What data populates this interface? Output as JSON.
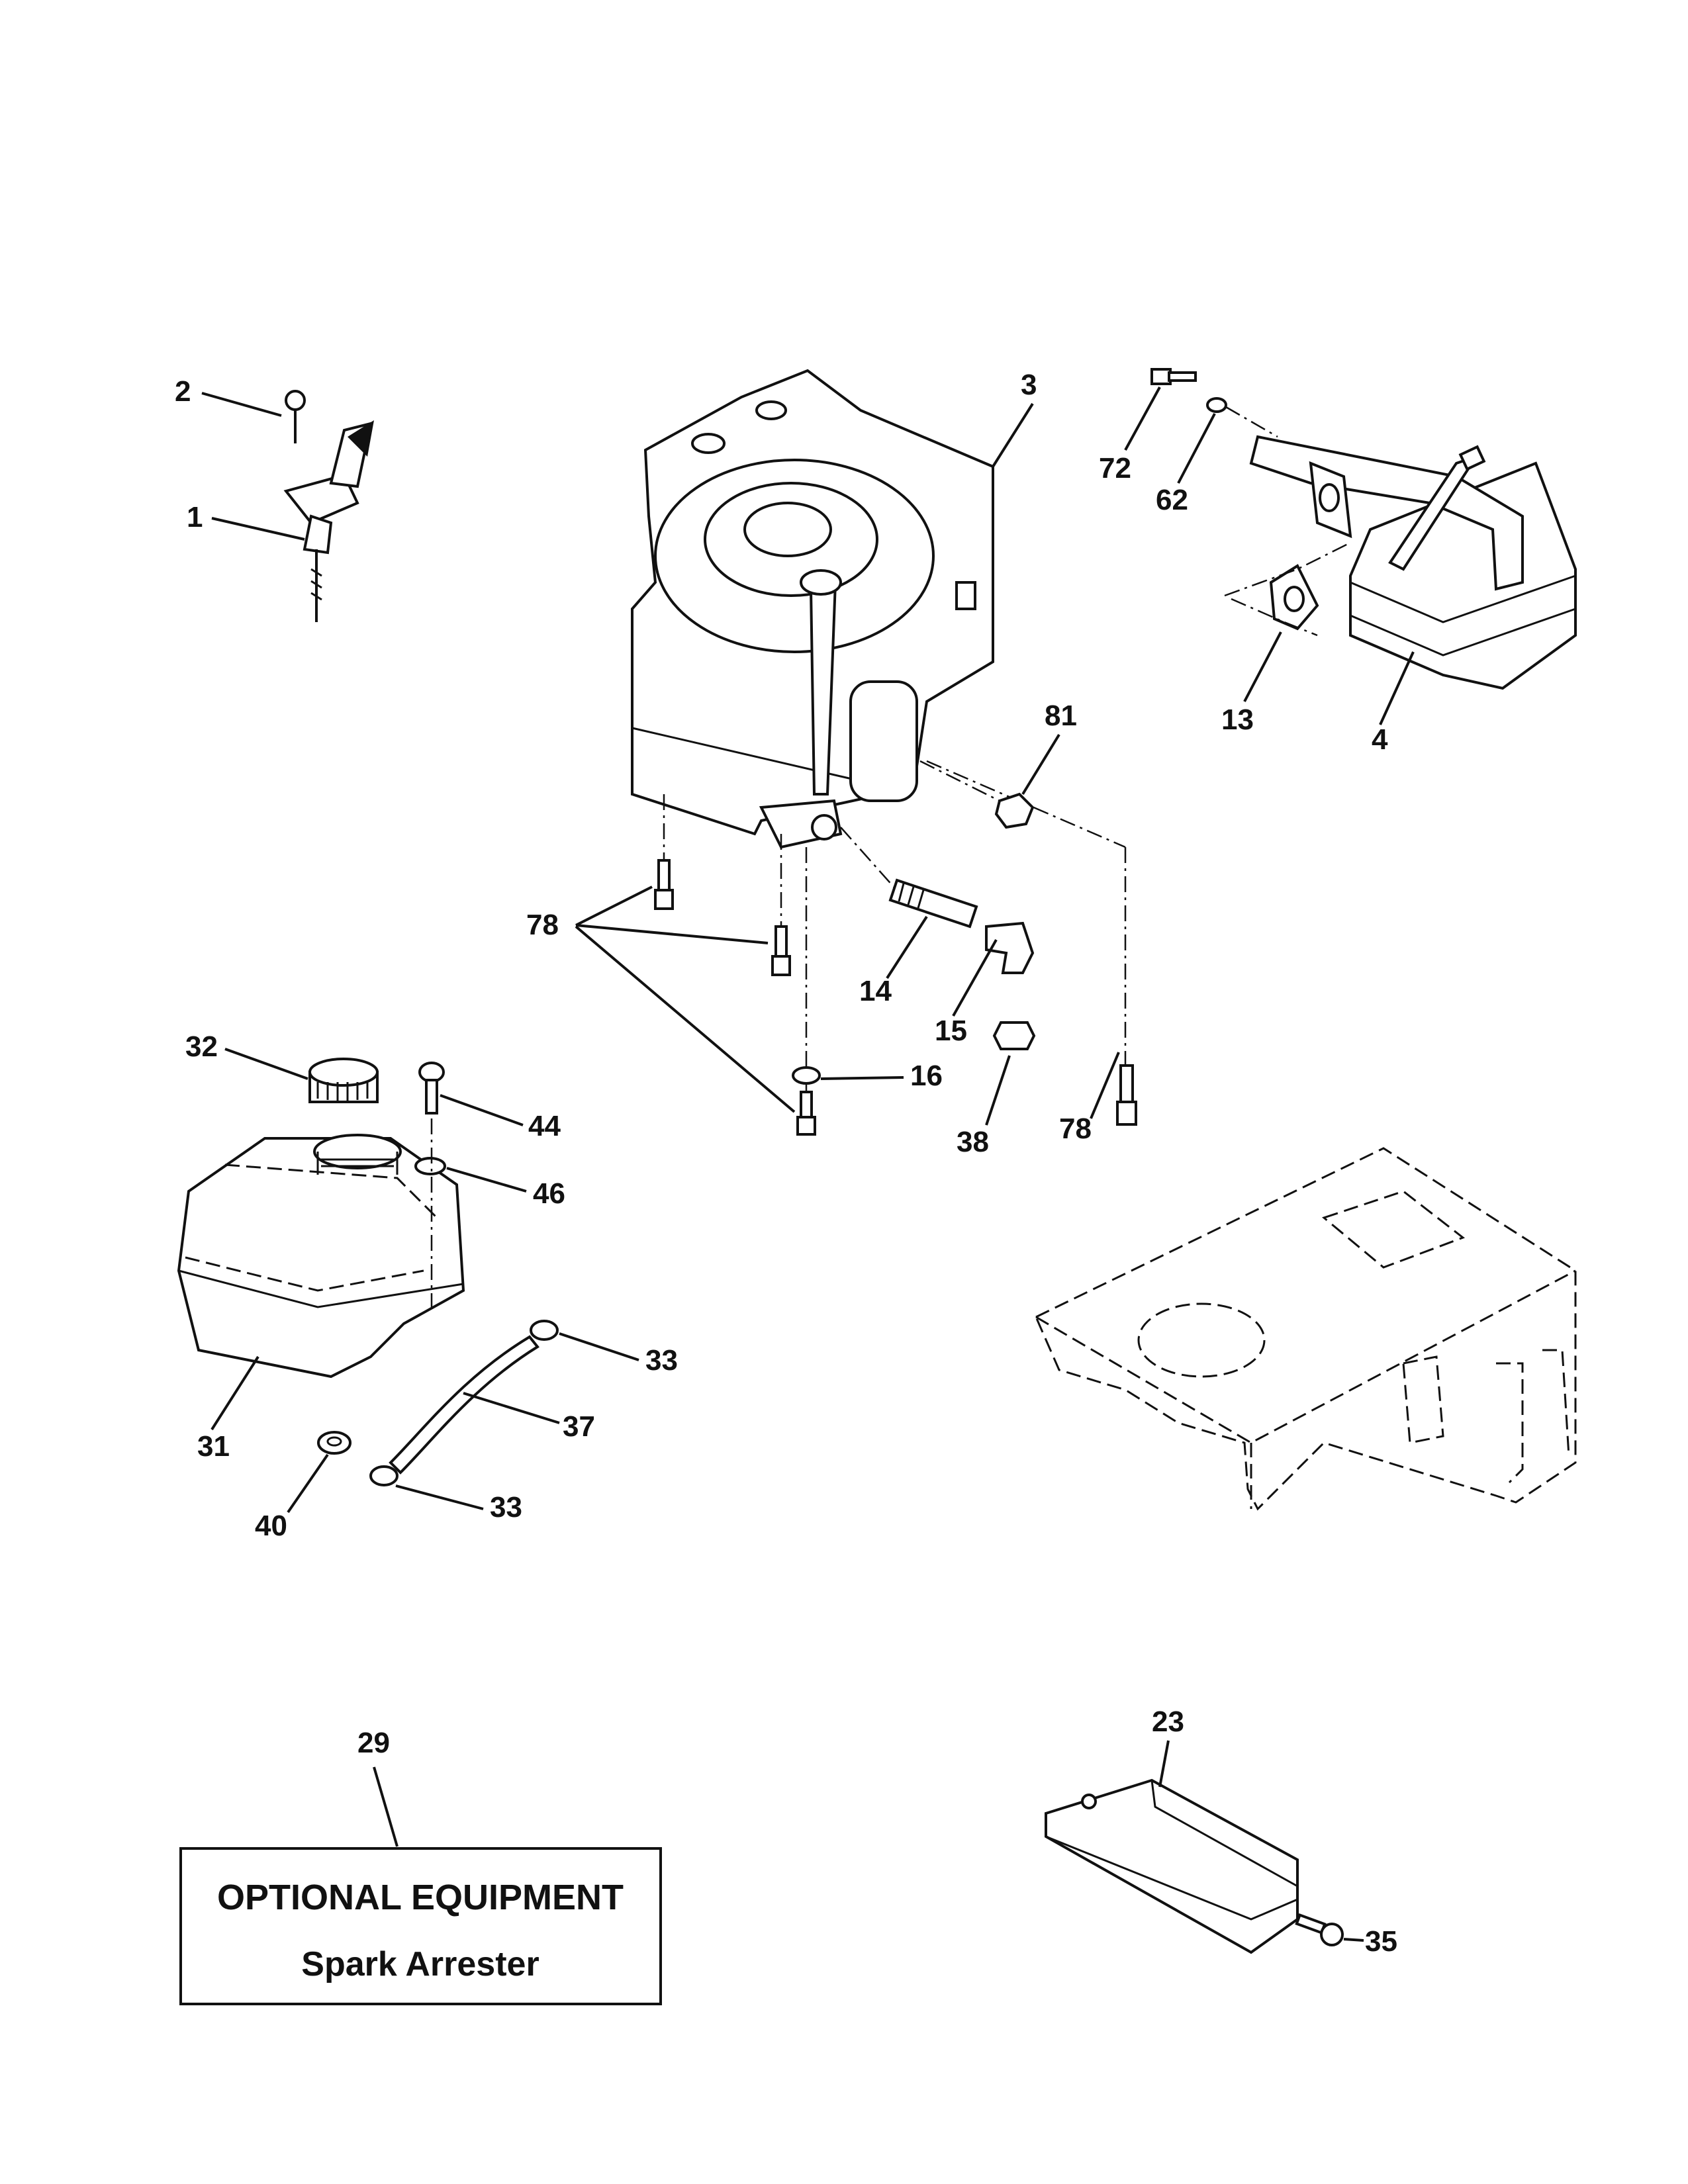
{
  "callouts": {
    "c1": "1",
    "c2": "2",
    "c3": "3",
    "c4": "4",
    "c13": "13",
    "c14": "14",
    "c15": "15",
    "c16": "16",
    "c23": "23",
    "c29": "29",
    "c31": "31",
    "c32": "32",
    "c33a": "33",
    "c33b": "33",
    "c35": "35",
    "c37": "37",
    "c38": "38",
    "c40": "40",
    "c44": "44",
    "c46": "46",
    "c62": "62",
    "c72": "72",
    "c78a": "78",
    "c78b": "78",
    "c81": "81"
  },
  "optional_box": {
    "title": "OPTIONAL EQUIPMENT",
    "subtitle": "Spark Arrester"
  }
}
